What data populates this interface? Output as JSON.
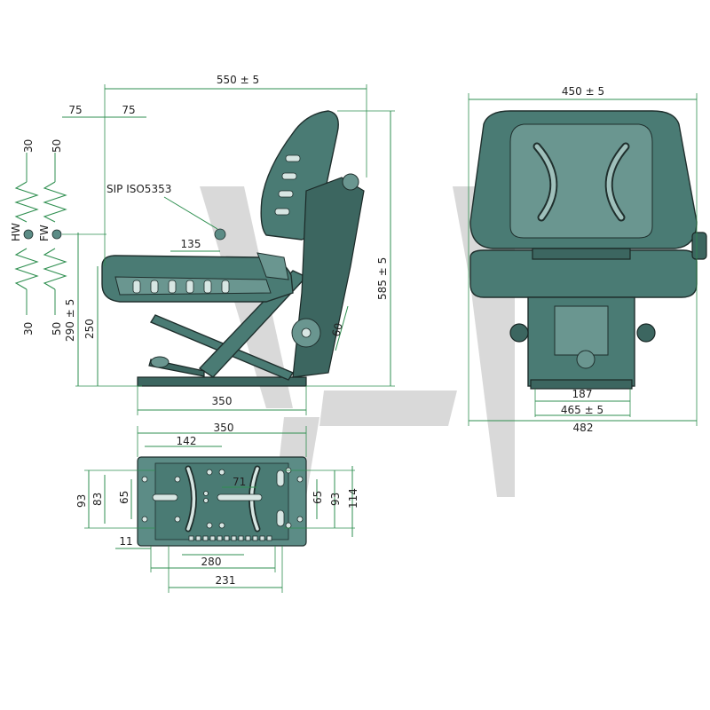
{
  "dimensions": {
    "overall_width_side": "550 ± 5",
    "offset_a": "75",
    "offset_b": "75",
    "sip_label": "SIP ISO5353",
    "sip_horizontal": "135",
    "hw_up": "30",
    "hw_down": "30",
    "fw_up": "50",
    "fw_down": "50",
    "hw_label": "HW",
    "fw_label": "FW",
    "seat_height_adj": "290 ± 5",
    "base_height": "250",
    "overall_height": "585 ± 5",
    "slide_travel": "60",
    "base_length_side": "350",
    "front_width_top": "450 ± 5",
    "front_inner": "187",
    "front_mid": "465 ± 5",
    "front_overall": "482",
    "plate_width": "350",
    "plate_142": "142",
    "plate_71": "71",
    "plate_93_left": "93",
    "plate_83": "83",
    "plate_65_left": "65",
    "plate_65_right": "65",
    "plate_93_right": "93",
    "plate_114": "114",
    "plate_11": "11",
    "plate_280": "280",
    "plate_231": "231"
  },
  "colors": {
    "seat": "#4a7b74",
    "dimension_line": "#2f8f50",
    "watermark": "#d2d2d2"
  }
}
